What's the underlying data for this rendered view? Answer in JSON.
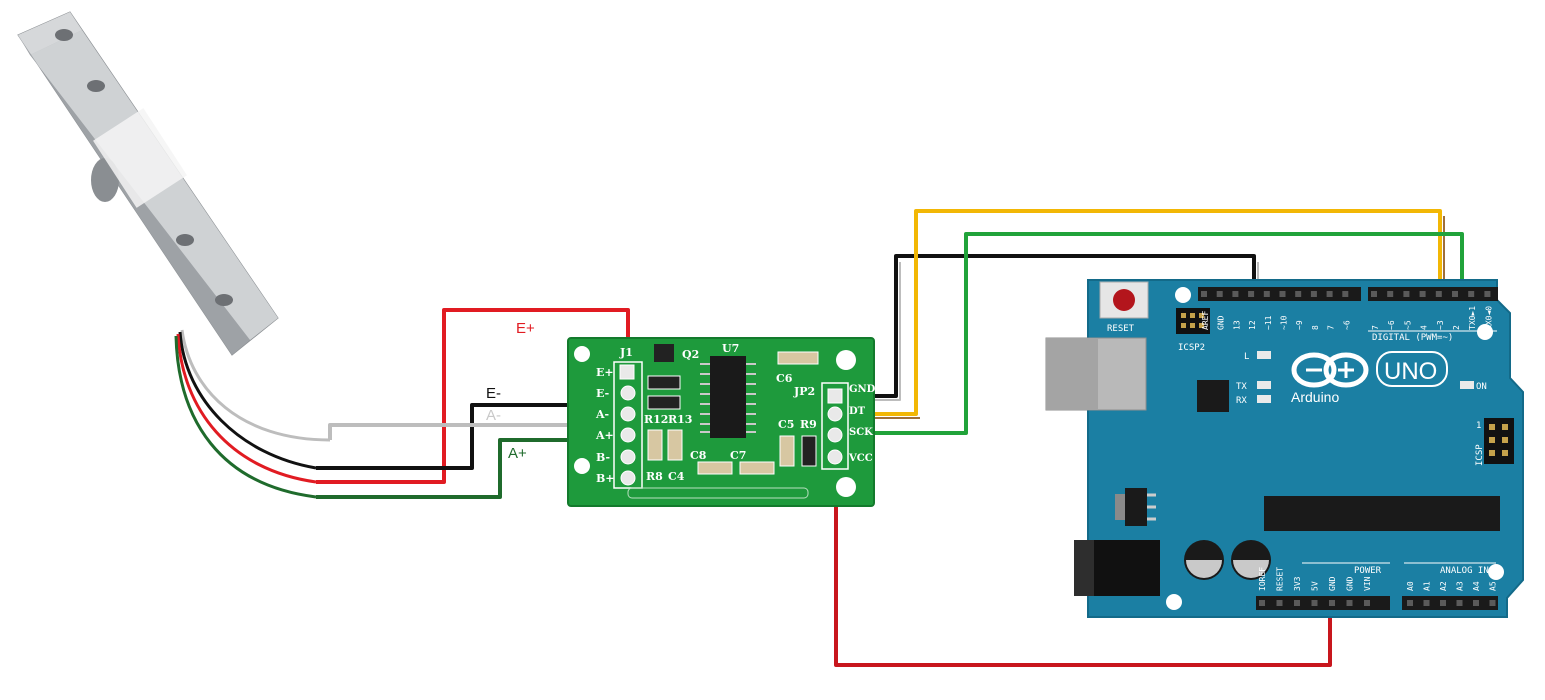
{
  "wire_labels": {
    "e_plus": "E+",
    "e_minus": "E-",
    "a_minus": "A-",
    "a_plus": "A+"
  },
  "hx711": {
    "left_pins": [
      "E+",
      "E-",
      "A-",
      "A+",
      "B-",
      "B+"
    ],
    "right_pins": [
      "GND",
      "DT",
      "SCK",
      "VCC"
    ],
    "headers": {
      "j1": "J1",
      "jp2": "JP2"
    },
    "components": {
      "q2": "Q2",
      "u7": "U7",
      "c6": "C6",
      "r12": "R12",
      "r13": "R13",
      "c5": "C5",
      "r9": "R9",
      "r8": "R8",
      "c4": "C4",
      "c8": "C8",
      "c7": "C7"
    }
  },
  "arduino": {
    "brand": "Arduino",
    "model": "UNO",
    "reset_label": "RESET",
    "icsp2_label": "ICSP2",
    "icsp_label": "ICSP",
    "icsp_pin1": "1",
    "led_l": "L",
    "led_tx": "TX",
    "led_rx": "RX",
    "led_on": "ON",
    "digital_label": "DIGITAL (PWM=~)",
    "digital_pins": [
      "AREF",
      "GND",
      "13",
      "12",
      "~11",
      "~10",
      "~9",
      "8",
      "7",
      "~6",
      "~5",
      "4",
      "~3",
      "2",
      "TX0►1",
      "RX0◄0"
    ],
    "power_label": "POWER",
    "power_pins": [
      "IOREF",
      "RESET",
      "3V3",
      "5V",
      "GND",
      "GND",
      "VIN"
    ],
    "analog_label": "ANALOG IN",
    "analog_pins": [
      "A0",
      "A1",
      "A2",
      "A3",
      "A4",
      "A5"
    ]
  },
  "colors": {
    "red": "#e11b22",
    "black": "#111111",
    "gray": "#bdbdbd",
    "green": "#1f6b2c",
    "green_bright": "#21a33a",
    "yellow": "#f2b705",
    "brown": "#a0703a",
    "pcb": "#1e9a3c",
    "arduino": "#1b7fa3"
  }
}
